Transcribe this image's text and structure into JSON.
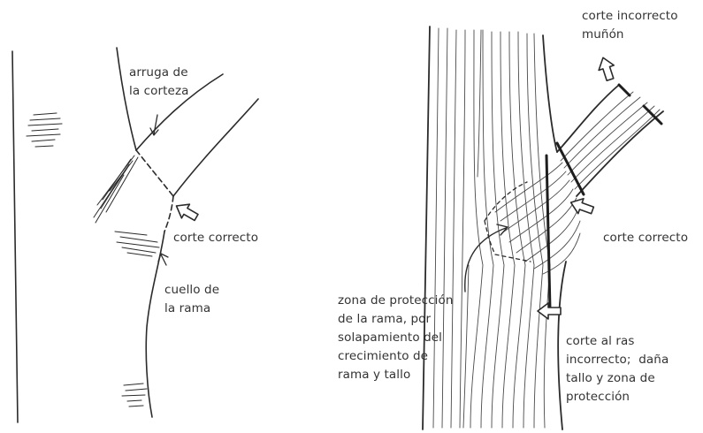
{
  "left_panel": {
    "labels": {
      "bark_wrinkle": "arruga de\nla corteza",
      "correct_cut": "corte correcto",
      "branch_collar": "cuello de\nla rama"
    }
  },
  "right_panel": {
    "labels": {
      "incorrect_stub": "corte incorrecto\nmuñón",
      "correct_cut": "corte correcto",
      "protection_zone": "zona de protección\nde la rama, por\nsolapamiento del\ncrecimiento de\nrama y tallo",
      "flush_cut": "corte al ras\nincorrecto;  daña\ntallo y zona de\nprotección"
    }
  },
  "colors": {
    "ink": "#2b2b2b",
    "paper": "#ffffff"
  },
  "icons": [
    "outline-arrow-icon"
  ]
}
